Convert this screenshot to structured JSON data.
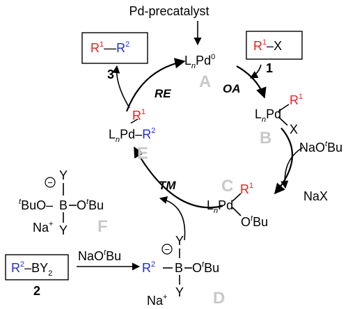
{
  "precatalyst": "Pd-precatalyst",
  "product": {
    "r1": "R",
    "r1_sup": "1",
    "bond": "—",
    "r2": "R",
    "r2_sup": "2",
    "number": "3"
  },
  "substrate": {
    "r1": "R",
    "r1_sup": "1",
    "rest": "–X",
    "number": "1"
  },
  "a": {
    "l": "L",
    "n": "n",
    "pd": "Pd",
    "ox": "0",
    "letter": "A"
  },
  "b": {
    "l": "L",
    "n": "n",
    "pd": "Pd",
    "r1": "R",
    "r1_sup": "1",
    "x": "X",
    "letter": "B"
  },
  "c": {
    "l": "L",
    "n": "n",
    "pd": "Pd",
    "r1": "R",
    "r1_sup": "1",
    "o": "O",
    "t": "t",
    "bu": "Bu",
    "letter": "C"
  },
  "e": {
    "l": "L",
    "n": "n",
    "pd": "Pd",
    "bond": "–",
    "r1": "R",
    "r1_sup": "1",
    "r2": "R",
    "r2_sup": "2",
    "letter": "E"
  },
  "f": {
    "minus": "−",
    "y": "Y",
    "t": "t",
    "left": "BuO–",
    "b": "B",
    "o": "O",
    "bu": "Bu",
    "na": "Na",
    "plus": "+",
    "letter": "F"
  },
  "d": {
    "minus": "−",
    "y": "Y",
    "r2": "R",
    "r2_sup": "2",
    "b": "B",
    "o": "O",
    "t": "t",
    "bu": "Bu",
    "na": "Na",
    "plus": "+",
    "letter": "D"
  },
  "reagent": {
    "r2": "R",
    "r2_sup": "2",
    "rest": "–BY",
    "sub": "2",
    "number": "2"
  },
  "base": {
    "pre": "NaO",
    "t": "t",
    "post": "Bu"
  },
  "nax": "NaX",
  "steps": {
    "re": "RE",
    "oa": "OA",
    "tm": "TM"
  },
  "colors": {
    "r1": "#e8211f",
    "r2": "#1f2bd8",
    "species_letter": "#c9c9c9"
  }
}
